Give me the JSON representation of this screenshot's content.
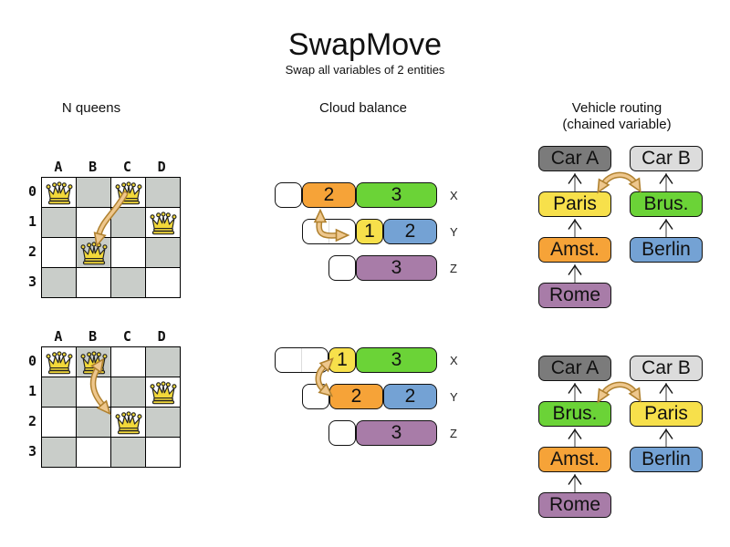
{
  "title": "SwapMove",
  "subtitle": "Swap all variables of 2 entities",
  "sections": {
    "nqueens_header": "N queens",
    "cloud_header": "Cloud balance",
    "vehicle_header_line1": "Vehicle routing",
    "vehicle_header_line2": "(chained variable)"
  },
  "board": {
    "col_labels": [
      "A",
      "B",
      "C",
      "D"
    ],
    "row_labels": [
      "0",
      "1",
      "2",
      "3"
    ],
    "before": {
      "queens": [
        "A0",
        "C0",
        "D1",
        "B2"
      ],
      "swap_arrow": "C0 to B2"
    },
    "after": {
      "queens": [
        "A0",
        "B0",
        "D1",
        "C2"
      ],
      "swap_arrow": "B0 to C2"
    }
  },
  "cloud": {
    "before": {
      "rows": [
        {
          "label": "X",
          "segments": [
            {
              "value": "2",
              "color": "orange"
            },
            {
              "value": "3",
              "color": "green"
            }
          ]
        },
        {
          "label": "Y",
          "segments": [
            {
              "value": "1",
              "color": "yellow"
            },
            {
              "value": "2",
              "color": "blue"
            }
          ]
        },
        {
          "label": "Z",
          "segments": [
            {
              "value": "3",
              "color": "purple"
            }
          ]
        }
      ]
    },
    "after": {
      "rows": [
        {
          "label": "X",
          "segments": [
            {
              "value": "1",
              "color": "yellow"
            },
            {
              "value": "3",
              "color": "green"
            }
          ]
        },
        {
          "label": "Y",
          "segments": [
            {
              "value": "2",
              "color": "orange"
            },
            {
              "value": "2",
              "color": "blue"
            }
          ]
        },
        {
          "label": "Z",
          "segments": [
            {
              "value": "3",
              "color": "purple"
            }
          ]
        }
      ]
    }
  },
  "vehicle": {
    "before": {
      "left": [
        "Car A",
        "Paris",
        "Amst.",
        "Rome"
      ],
      "right": [
        "Car B",
        "Brus.",
        "Berlin"
      ]
    },
    "after": {
      "left": [
        "Car A",
        "Brus.",
        "Amst.",
        "Rome"
      ],
      "right": [
        "Car B",
        "Paris",
        "Berlin"
      ]
    }
  },
  "colors": {
    "orange": "#f6a338",
    "green": "#6bd337",
    "yellow": "#f7e04b",
    "blue": "#74a2d4",
    "purple": "#a87ca8",
    "car_a_gray": "#7b7b7b",
    "car_b_gray": "#dcdcdc",
    "board_gray": "#c9cdc9",
    "swap_arrow_fill": "#eec78d",
    "swap_arrow_outline": "#b0812f"
  }
}
